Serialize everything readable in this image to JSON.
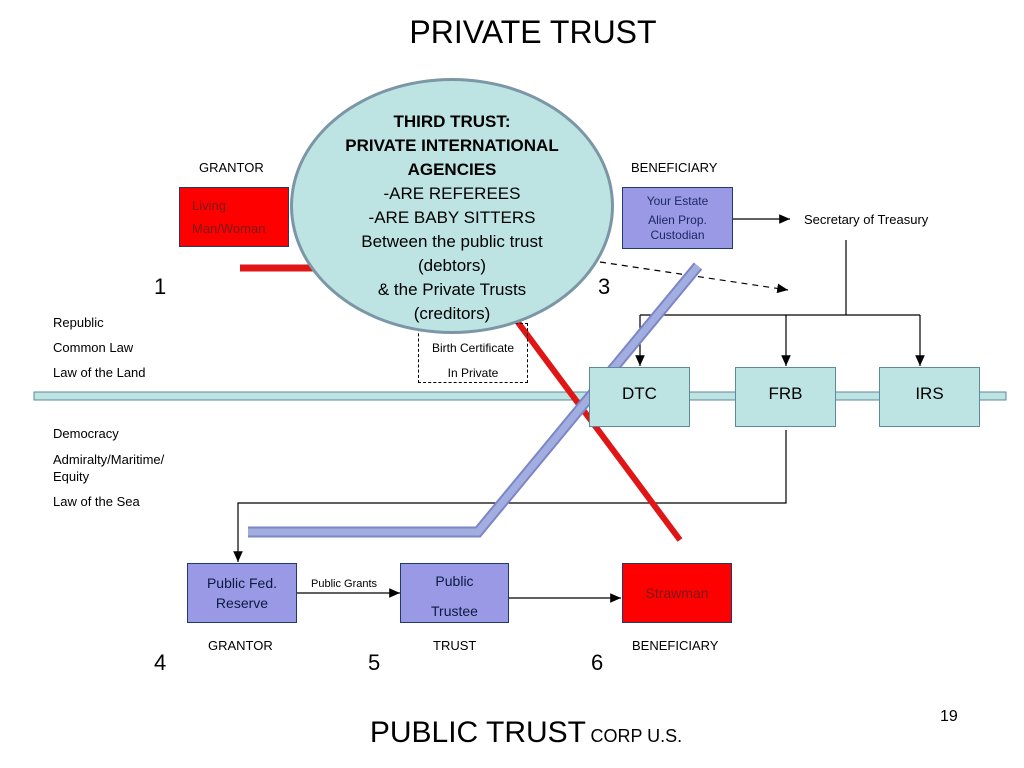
{
  "title_private": "PRIVATE TRUST",
  "title_public_main": "PUBLIC TRUST",
  "title_public_small": "CORP U.S.",
  "slide_number": "19",
  "top": {
    "grantor_label": "GRANTOR",
    "beneficiary_label": "BENEFICIARY",
    "living_line1": "Living",
    "living_line2": "Man/Woman",
    "estate_line1": "Your Estate",
    "estate_line2": "Alien Prop.",
    "estate_line3": "Custodian",
    "secretary": "Secretary of Treasury",
    "num1": "1",
    "num3": "3"
  },
  "oval": {
    "line1": "THIRD TRUST:",
    "line2": "PRIVATE INTERNATIONAL",
    "line3": "AGENCIES",
    "line4": "-ARE REFEREES",
    "line5": "-ARE BABY SITTERS",
    "line6": "Between the public trust",
    "line7": "(debtors)",
    "line8": "& the Private Trusts",
    "line9": "(creditors)"
  },
  "left_upper": [
    "Republic",
    "Common Law",
    "Law of the Land"
  ],
  "left_lower": [
    "Democracy",
    "Admiralty/Maritime/",
    "Equity",
    "Law of the Sea"
  ],
  "birth_cert": {
    "line1": "Birth Certificate",
    "line2": "In Private"
  },
  "agencies": {
    "dtc": "DTC",
    "frb": "FRB",
    "irs": "IRS"
  },
  "bottom": {
    "public_fed_line1": "Public Fed.",
    "public_fed_line2": "Reserve",
    "public_grants": "Public Grants",
    "public_trustee_line1": "Public",
    "public_trustee_line2": "Trustee",
    "strawman": "Strawman",
    "grantor_label": "GRANTOR",
    "trust_label": "TRUST",
    "beneficiary_label": "BENEFICIARY",
    "num4": "4",
    "num5": "5",
    "num6": "6"
  },
  "colors": {
    "purple_box": "#9999e6",
    "red_box": "#ff0000",
    "teal_box": "#bde3e3",
    "red_line": "#dd1111",
    "blue_line": "#8f9bd6"
  }
}
